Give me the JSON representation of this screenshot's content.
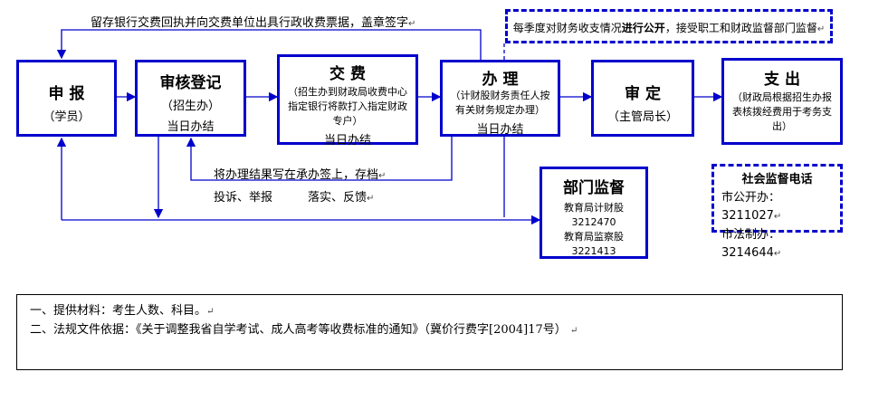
{
  "top_note": "留存银行交费回执并向交费单位出具行政收费票据，盖章签字",
  "publicity": {
    "prefix": "每季度对财务收支情况",
    "bold": "进行公开",
    "suffix": "，接受职工和财政监督部门监督"
  },
  "boxes": {
    "apply": {
      "title": "申 报",
      "sub": "（学员）"
    },
    "review": {
      "title": "审核登记",
      "sub": "（招生办）",
      "note": "当日办结"
    },
    "pay": {
      "title": "交 费",
      "sub": "（招生办到财政局收费中心指定银行将款打入指定财政专户）",
      "note": "当日办结"
    },
    "handle": {
      "title": "办 理",
      "sub": "（计财股财务责任人按有关财务规定办理）",
      "note": "当日办结"
    },
    "approve": {
      "title": "审 定",
      "sub": "（主管局长）"
    },
    "spend": {
      "title": "支 出",
      "sub": "（财政局根据招生办报表核拨经费用于考务支出）"
    },
    "supervise": {
      "title": "部门监督",
      "line1": "教育局计财股",
      "phone1": "3212470",
      "line2": "教育局监察股",
      "phone2": "3221413"
    }
  },
  "feedback": {
    "archive": "将办理结果写在承办签上，存档",
    "complaint": "投诉、举报",
    "followup": "落实、反馈"
  },
  "hotline": {
    "title": "社会监督电话",
    "line1": "市公开办：3211027",
    "line2": "市法制办：3214644"
  },
  "paragraph_mark": "↵",
  "notes": {
    "line1": "一、提供材料：考生人数、科目。",
    "line2": "二、法规文件依据：《关于调整我省自学考试、成人高考等收费标准的通知》（冀价行费字[2004]17号）"
  }
}
